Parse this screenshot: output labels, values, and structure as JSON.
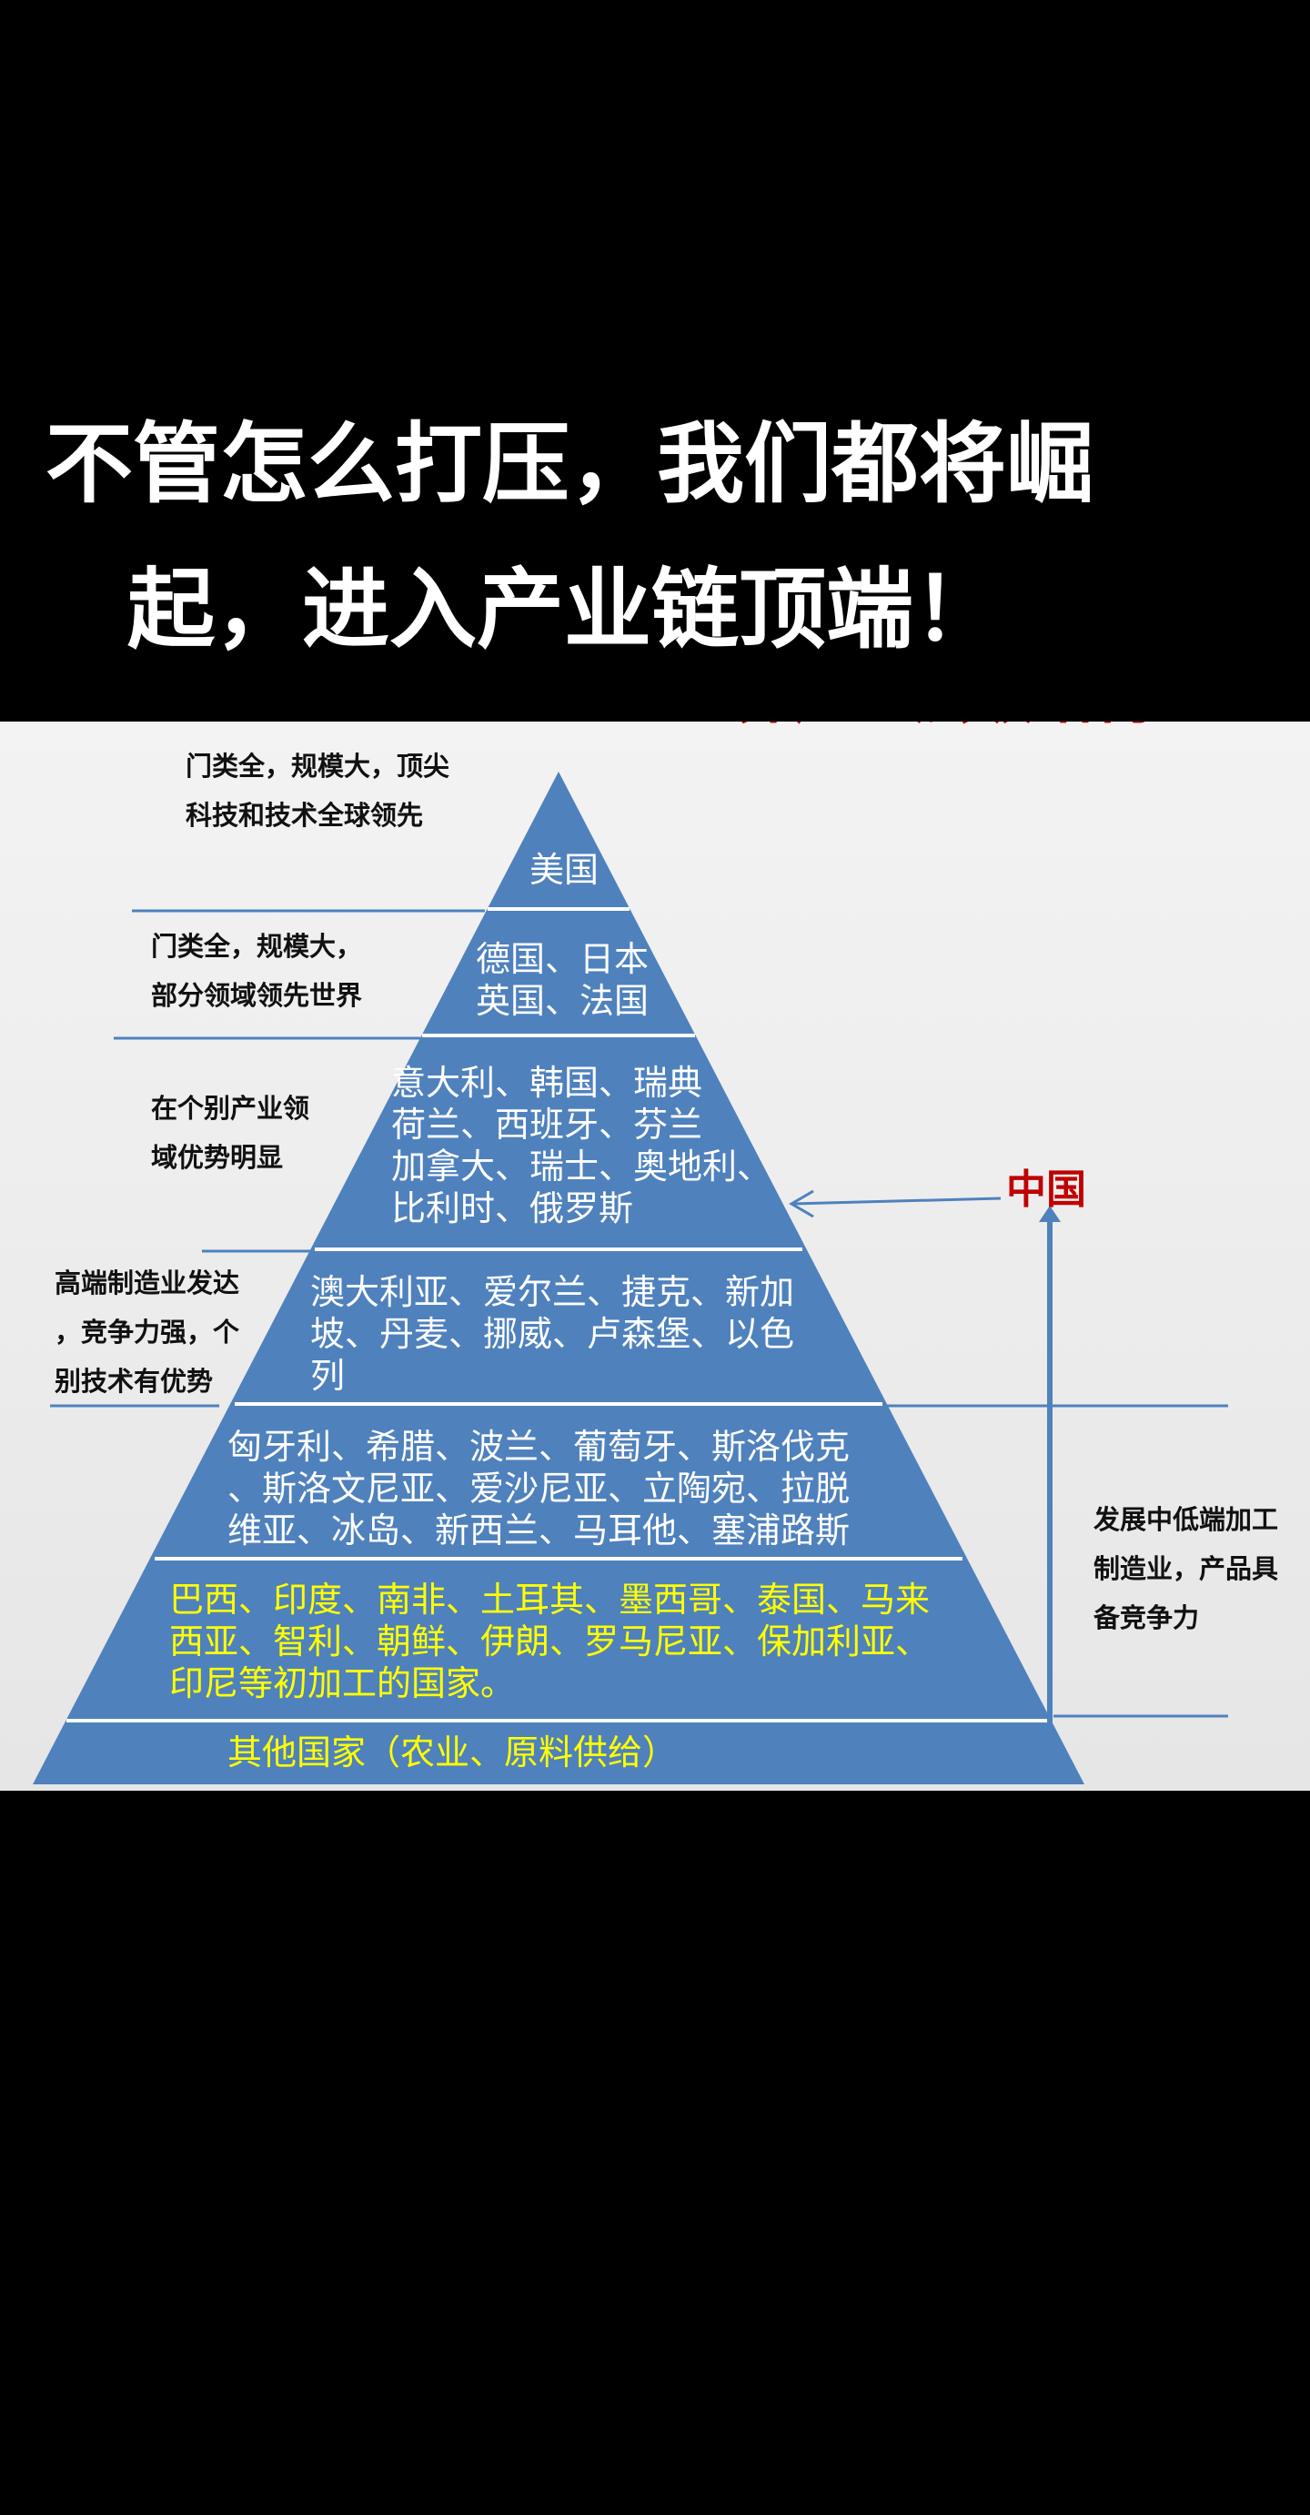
{
  "caption": {
    "line1": "不管怎么打压，我们都将崛",
    "line2": "起，进入产业链顶端！"
  },
  "diagram": {
    "title_fragment": "世界产业层级结构",
    "tiers": [
      {
        "lines": [
          "美国"
        ]
      },
      {
        "lines": [
          "德国、日本",
          "英国、法国"
        ]
      },
      {
        "lines": [
          "意大利、韩国、瑞典",
          "荷兰、西班牙、芬兰",
          "加拿大、瑞士、奥地利、",
          "比利时、俄罗斯"
        ]
      },
      {
        "lines": [
          "澳大利亚、爱尔兰、捷克、新加",
          "坡、丹麦、挪威、卢森堡、以色",
          "列"
        ]
      },
      {
        "lines": [
          "匈牙利、希腊、波兰、葡萄牙、斯洛伐克",
          "、斯洛文尼亚、爱沙尼亚、立陶宛、拉脱",
          "维亚、冰岛、新西兰、马耳他、塞浦路斯"
        ]
      },
      {
        "lines": [
          "巴西、印度、南非、土耳其、墨西哥、泰国、马来",
          "西亚、智利、朝鲜、伊朗、罗马尼亚、保加利亚、",
          "印尼等初加工的国家。"
        ]
      },
      {
        "lines": [
          "其他国家（农业、原料供给）"
        ]
      }
    ],
    "annotations": [
      {
        "lines": [
          "门类全，规模大，顶尖",
          "科技和技术全球领先"
        ]
      },
      {
        "lines": [
          "门类全，规模大，",
          "部分领域领先世界"
        ]
      },
      {
        "lines": [
          "在个别产业领",
          "域优势明显"
        ]
      },
      {
        "lines": [
          "高端制造业发达",
          "，竞争力强，个",
          "别技术有优势"
        ]
      },
      {
        "lines": [
          "发展中低端加工",
          "制造业，产品具",
          "备竞争力"
        ]
      }
    ],
    "china_label": "中国",
    "colors": {
      "pyramid_fill": "#4f81bd",
      "pyramid_divider": "#ffffff",
      "side_rule": "#4f81bd",
      "china_label": "#c00000",
      "highlight_text": "#ffff00",
      "arrow": "#4f81bd"
    }
  }
}
